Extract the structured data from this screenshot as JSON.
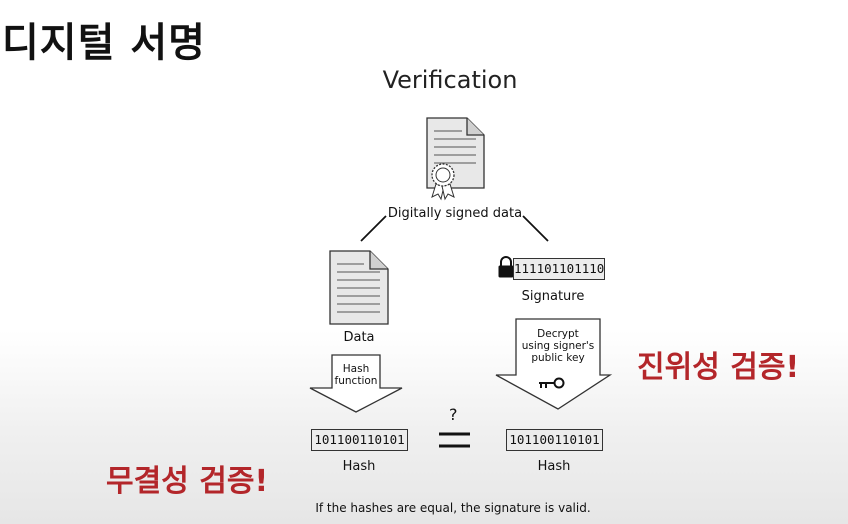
{
  "slide": {
    "title": "디지털 서명",
    "integrity_note": "무결성 검증!",
    "authenticity_note": "진위성 검증!"
  },
  "diagram": {
    "title": "Verification",
    "signed_data_label": "Digitally signed data",
    "data_label": "Data",
    "signature_bits": "111101101110",
    "signature_label": "Signature",
    "hash_function_label": [
      "Hash",
      "function"
    ],
    "decrypt_label": [
      "Decrypt",
      "using signer's",
      "public key"
    ],
    "hash_left_bits": "101100110101",
    "hash_right_bits": "101100110101",
    "hash_left_label": "Hash",
    "hash_right_label": "Hash",
    "question_mark": "?",
    "footnote": "If the hashes are equal, the signature is valid."
  },
  "colors": {
    "accent_red": "#b3262a",
    "box_fill": "#ececec",
    "stroke": "#333333"
  }
}
